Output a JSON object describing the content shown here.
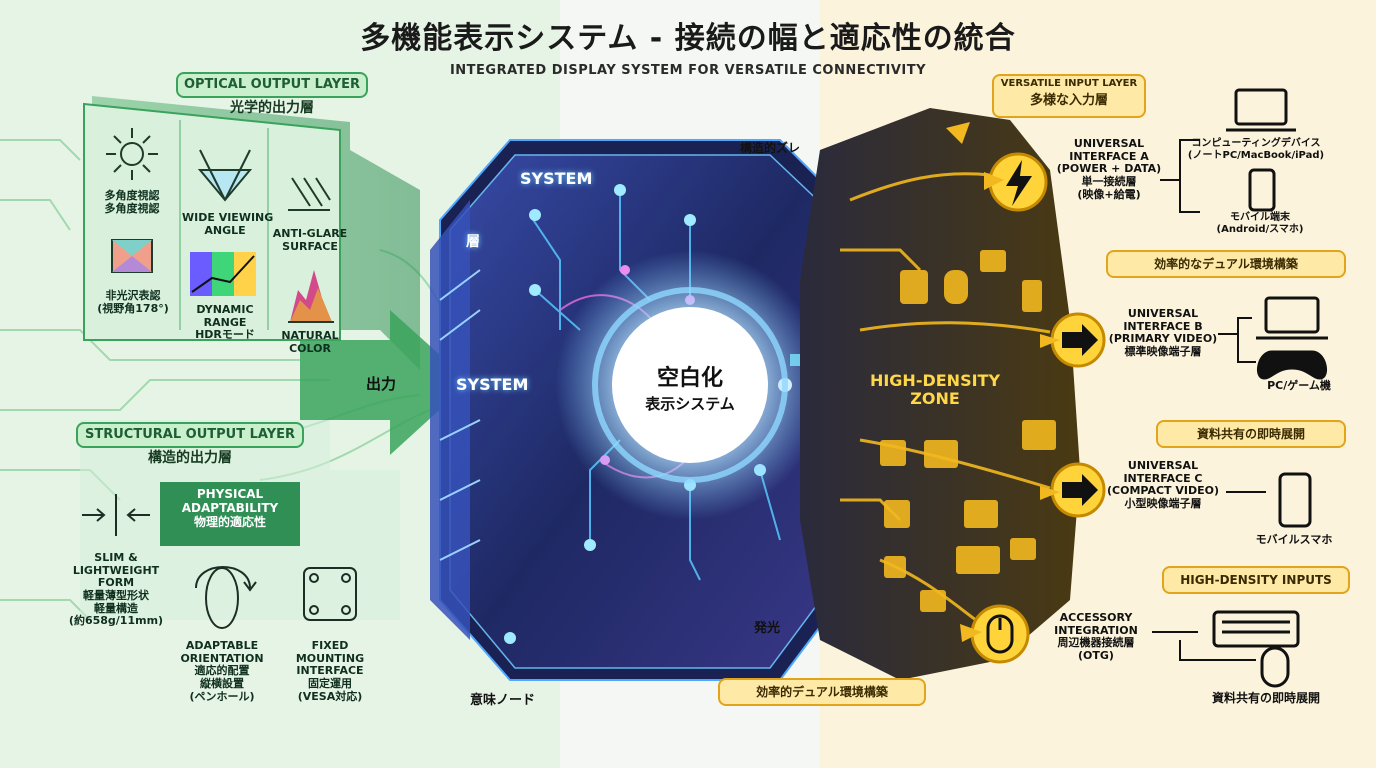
{
  "title": {
    "jp": "多機能表示システム - 接続の幅と適応性の統合",
    "en": "INTEGRATED DISPLAY SYSTEM FOR VERSATILE CONNECTIVITY"
  },
  "colors": {
    "green": "#3aa35b",
    "yellow": "#f2b81f",
    "core_blue": "#3fa6ff",
    "dark": "#1b1a2e"
  },
  "optical": {
    "header_en": "OPTICAL OUTPUT LAYER",
    "header_jp": "光学的出力層",
    "multi_angle": "多角度視認\n多角度視認",
    "non_gloss": "非光沢表認\n(視野角178°)",
    "wide_angle": "WIDE VIEWING\nANGLE",
    "hdr": "DYNAMIC\nRANGE\nHDRモード",
    "anti_glare": "ANTI-GLARE\nSURFACE",
    "natural": "NATURAL\nCOLOR"
  },
  "output_label": "出力",
  "structural": {
    "header_en": "STRUCTURAL OUTPUT LAYER",
    "header_jp": "構造的出力層",
    "physical": "PHYSICAL\nADAPTABILITY\n物理的適応性",
    "slim": "SLIM &\nLIGHTWEIGHT\nFORM\n軽量薄型形状\n軽量構造\n(約658g/11mm)",
    "orientation": "ADAPTABLE\nORIENTATION\n適応的配置\n縦横設置\n(ペンホール)",
    "mounting": "FIXED\nMOUNTING\nINTERFACE\n固定運用\n(VESA対応)"
  },
  "core": {
    "system_top": "SYSTEM",
    "system_mid": "SYSTEM",
    "layer": "層",
    "center_main": "空白化",
    "center_sub": "表示システム",
    "shift": "構造的ズレ",
    "glow": "発光",
    "node": "意味ノード",
    "density_zone": "HIGH-DENSITY\nZONE"
  },
  "input": {
    "header_en": "VERSATILE INPUT LAYER",
    "header_jp": "多様な入力層",
    "iface_a": "UNIVERSAL\nINTERFACE A\n(POWER + DATA)\n単一接続層\n(映像+給電)",
    "computing": "コンピューティングデバイス\n(ノートPC/MacBook/iPad)",
    "mobile_a": "モバイル端末\n(Android/スマホ)",
    "dual_env": "効率的なデュアル環境構築",
    "iface_b": "UNIVERSAL\nINTERFACE B\n(PRIMARY VIDEO)\n標準映像端子層",
    "pc_game": "PC/ゲーム機",
    "sharing": "資料共有の即時展開",
    "iface_c": "UNIVERSAL\nINTERFACE C\n(COMPACT VIDEO)\n小型映像端子層",
    "mobile_c": "モバイルスマホ",
    "density_inputs": "HIGH-DENSITY INPUTS",
    "accessory": "ACCESSORY\nINTEGRATION\n周辺機器接続層\n(OTG)",
    "sharing_bottom": "資料共有の即時展開",
    "dual_bottom": "効率的デュアル環境構築"
  }
}
